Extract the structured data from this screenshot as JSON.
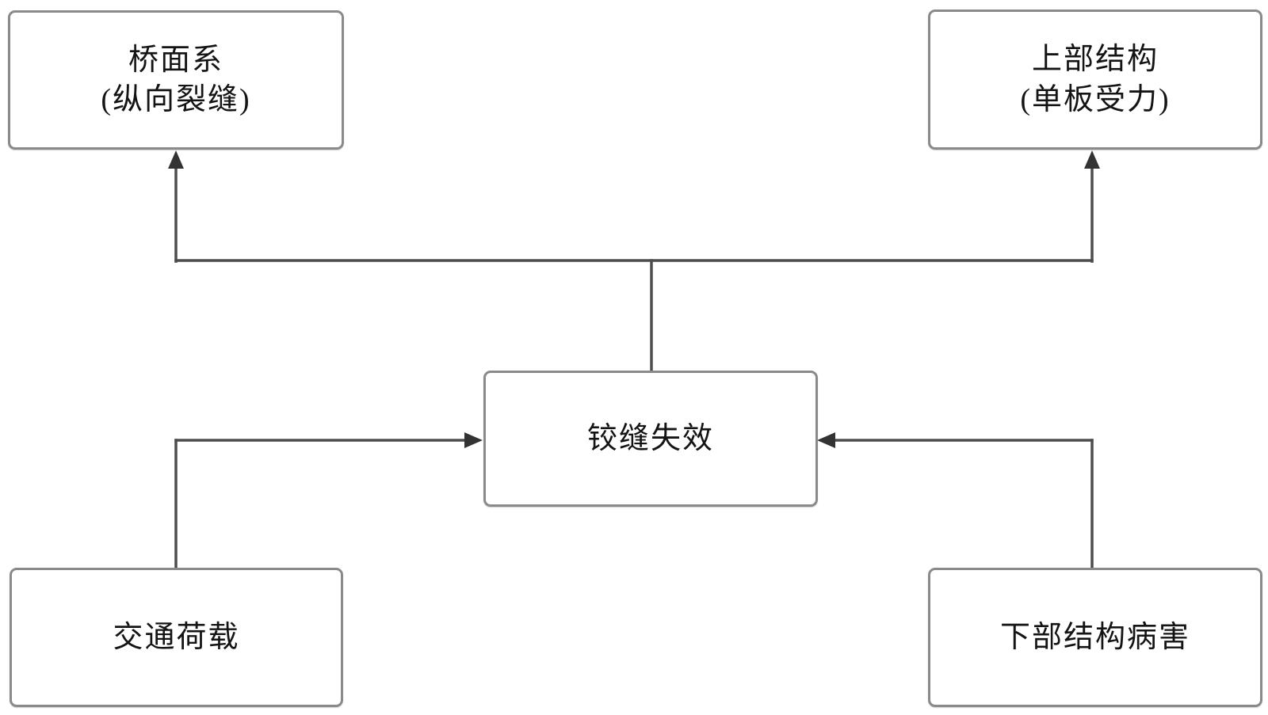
{
  "diagram": {
    "type": "flowchart",
    "description": "Cause-and-effect diagram around hinge joint failure",
    "nodes": {
      "bridge_deck": {
        "line1": "桥面系",
        "line2": "(纵向裂缝)"
      },
      "superstructure": {
        "line1": "上部结构",
        "line2": "(单板受力)"
      },
      "hinge_joint": {
        "label": "铰缝失效"
      },
      "traffic_load": {
        "label": "交通荷载"
      },
      "substructure": {
        "label": "下部结构病害"
      }
    },
    "edges": [
      {
        "from": "traffic_load",
        "to": "hinge_joint"
      },
      {
        "from": "substructure",
        "to": "hinge_joint"
      },
      {
        "from": "hinge_joint",
        "to": "bridge_deck"
      },
      {
        "from": "hinge_joint",
        "to": "superstructure"
      }
    ],
    "colors": {
      "background": "#ffffff",
      "box_border": "#8a8a8a",
      "connector_line": "#4d4d4d",
      "arrowhead": "#333333",
      "text": "#141414"
    }
  }
}
